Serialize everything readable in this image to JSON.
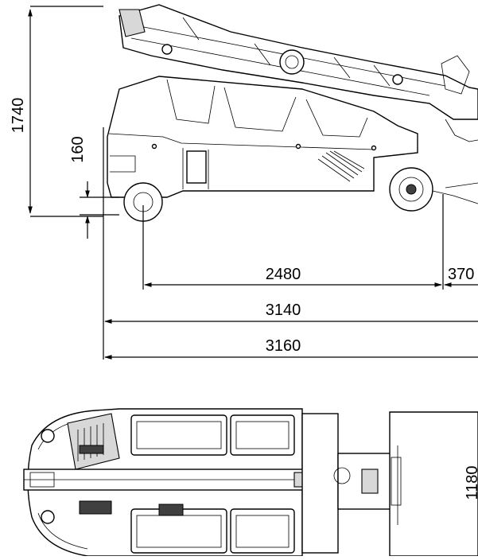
{
  "dimensions": {
    "height_total": "1740",
    "ground_clearance": "160",
    "wheelbase": "2480",
    "rear_overhang": "370",
    "length_a": "3140",
    "length_b": "3160",
    "width": "1180"
  },
  "colors": {
    "line": "#000000",
    "fill": "#ffffff",
    "shade": "#d8d8d8"
  }
}
